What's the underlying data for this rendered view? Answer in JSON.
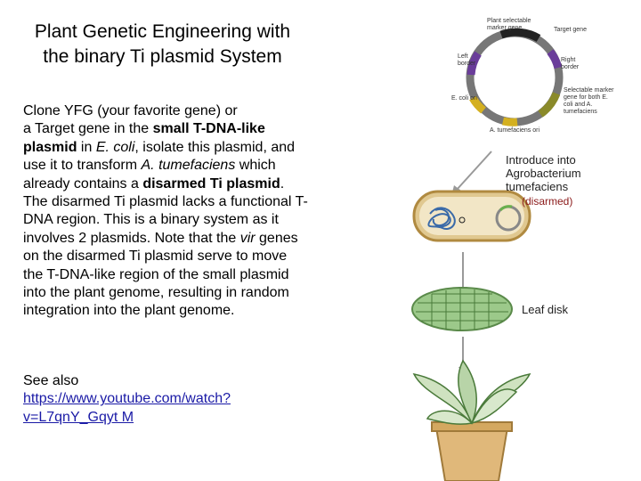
{
  "title": {
    "line1": "Plant Genetic Engineering with",
    "line2": "the binary Ti plasmid System"
  },
  "body": {
    "p1": "Clone YFG (your favorite gene) or",
    "p2": "a Target gene in the ",
    "p2b": "small T-DNA-like plasmid",
    "p2c": " in ",
    "p2d": "E. coli",
    "p2e": ", isolate this plasmid, and use it to transform ",
    "p2f": "A. tumefaciens",
    "p2g": " which already contains a ",
    "p2h": "disarmed Ti plasmid",
    "p2i": ". The disarmed Ti plasmid lacks a functional T-DNA region. This is a binary system as it involves 2 plasmids. Note that the ",
    "p2j": "vir",
    "p2k": " genes on the disarmed Ti plasmid serve to move the T-DNA-like region of the small plasmid into the plant genome, resulting in random integration into the plant genome."
  },
  "see_also": {
    "label": "See also",
    "link": "https://www.youtube.com/watch?v=L7qnY_Gqyt M"
  },
  "figure": {
    "plant_selectable": "Plant selectable marker gene",
    "target_gene": "Target gene",
    "left_border": "Left border",
    "right_border": "Right border",
    "selectable_marker": "Selectable marker gene for both E. coli and A. tumefaciens",
    "ecoli_ori": "E. coli ori",
    "atumefaciens_ori": "A. tumefaciens ori",
    "introduce": "Introduce into Agrobacterium tumefaciens",
    "disarmed": "(disarmed)",
    "leaf_disk": "Leaf disk"
  }
}
